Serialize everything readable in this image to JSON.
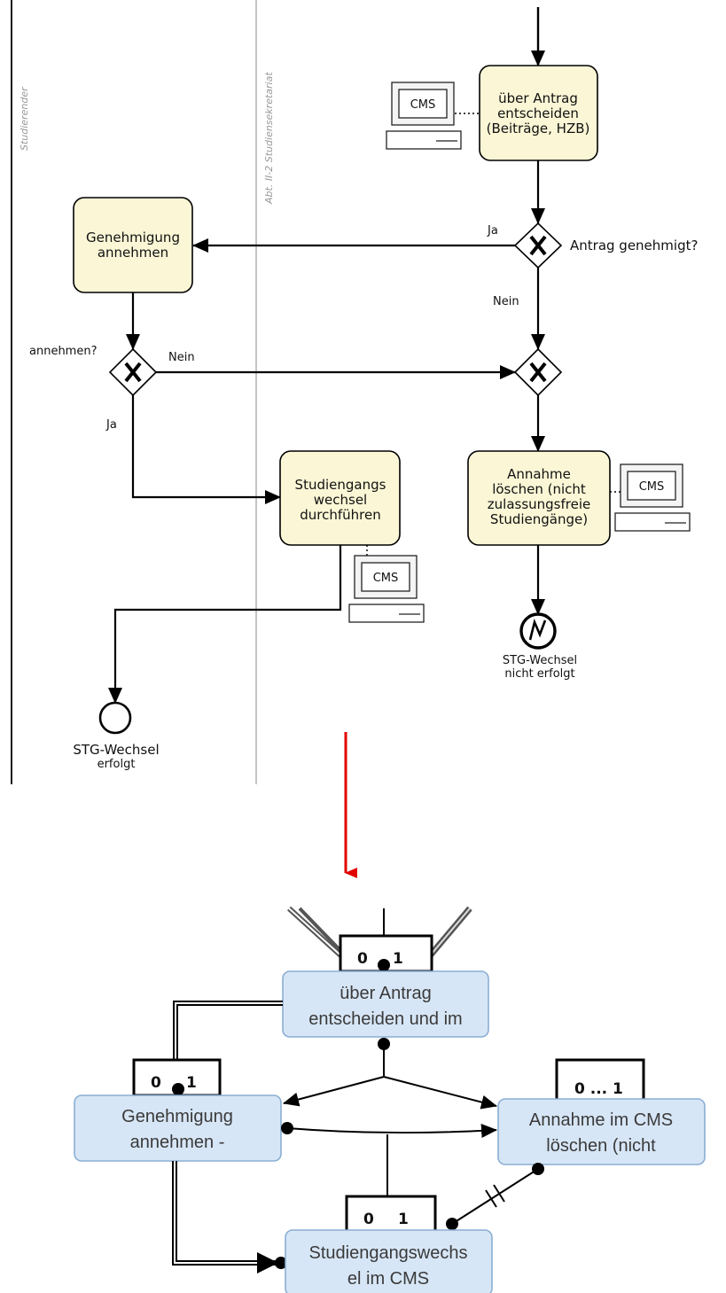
{
  "bpmn": {
    "lanes": {
      "student": "Studierender",
      "office": "Abt. II-2 Studiensekretariat"
    },
    "cms_label": "CMS",
    "task_decide": [
      "über Antrag",
      "entscheiden",
      "(Beiträge, HZB)"
    ],
    "gateway_approved_label": "Antrag genehmigt?",
    "edge_yes": "Ja",
    "edge_no": "Nein",
    "task_accept": [
      "Genehmigung",
      "annehmen"
    ],
    "gateway_accept_label": "annehmen?",
    "edge_accept_no": "Nein",
    "edge_accept_yes": "Ja",
    "task_change": [
      "Studiengangs",
      "wechsel",
      "durchführen"
    ],
    "task_delete": [
      "Annahme",
      "löschen (nicht",
      "zulassungsfreie",
      "Studiengänge)"
    ],
    "end_success": [
      "STG-Wechsel",
      "erfolgt"
    ],
    "end_fail": [
      "STG-Wechsel",
      "nicht erfolgt"
    ]
  },
  "yawl": {
    "task_decide": [
      "über Antrag",
      "entscheiden und im"
    ],
    "task_accept": [
      "Genehmigung",
      "annehmen -"
    ],
    "task_delete": [
      "Annahme im CMS",
      "löschen (nicht"
    ],
    "task_change": [
      "Studiengangswechs",
      "el im CMS"
    ],
    "split_decide": "0",
    "split_decide_2": "1",
    "split_accept": "0",
    "split_accept_2": "1",
    "split_delete": "0 ... 1",
    "split_change": "0",
    "split_change_2": "1"
  },
  "colors": {
    "arrow": "#e00000",
    "bpmn_task_fill": "#fbf7d6",
    "yawl_task_fill": "#d7e6f6"
  }
}
